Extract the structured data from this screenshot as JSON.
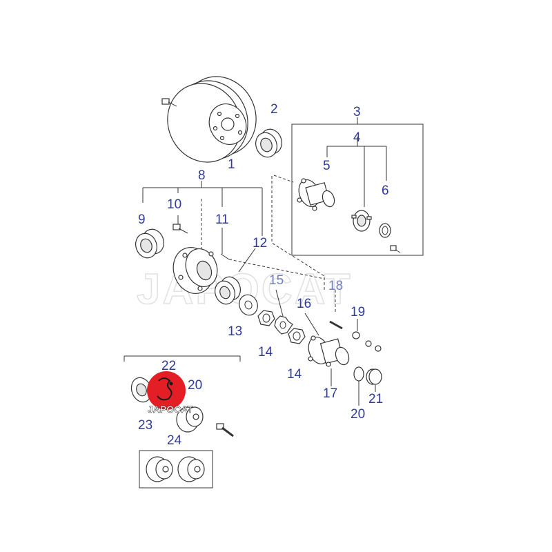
{
  "watermark": "JAPOCAT",
  "logo": {
    "text": "JAPOCAT",
    "color": "#e31e24"
  },
  "label_color": "#2f3a9a",
  "callouts": [
    {
      "id": "1",
      "label": "1"
    },
    {
      "id": "2",
      "label": "2"
    },
    {
      "id": "3",
      "label": "3"
    },
    {
      "id": "4",
      "label": "4"
    },
    {
      "id": "5",
      "label": "5"
    },
    {
      "id": "6",
      "label": "6"
    },
    {
      "id": "8",
      "label": "8"
    },
    {
      "id": "9",
      "label": "9"
    },
    {
      "id": "10",
      "label": "10"
    },
    {
      "id": "11",
      "label": "11"
    },
    {
      "id": "12",
      "label": "12"
    },
    {
      "id": "13",
      "label": "13"
    },
    {
      "id": "14a",
      "label": "14"
    },
    {
      "id": "14b",
      "label": "14"
    },
    {
      "id": "15",
      "label": "15"
    },
    {
      "id": "16",
      "label": "16"
    },
    {
      "id": "17",
      "label": "17"
    },
    {
      "id": "18",
      "label": "18"
    },
    {
      "id": "19",
      "label": "19"
    },
    {
      "id": "20a",
      "label": "20"
    },
    {
      "id": "20b",
      "label": "20"
    },
    {
      "id": "21",
      "label": "21"
    },
    {
      "id": "22",
      "label": "22"
    },
    {
      "id": "23",
      "label": "23"
    },
    {
      "id": "24",
      "label": "24"
    }
  ]
}
